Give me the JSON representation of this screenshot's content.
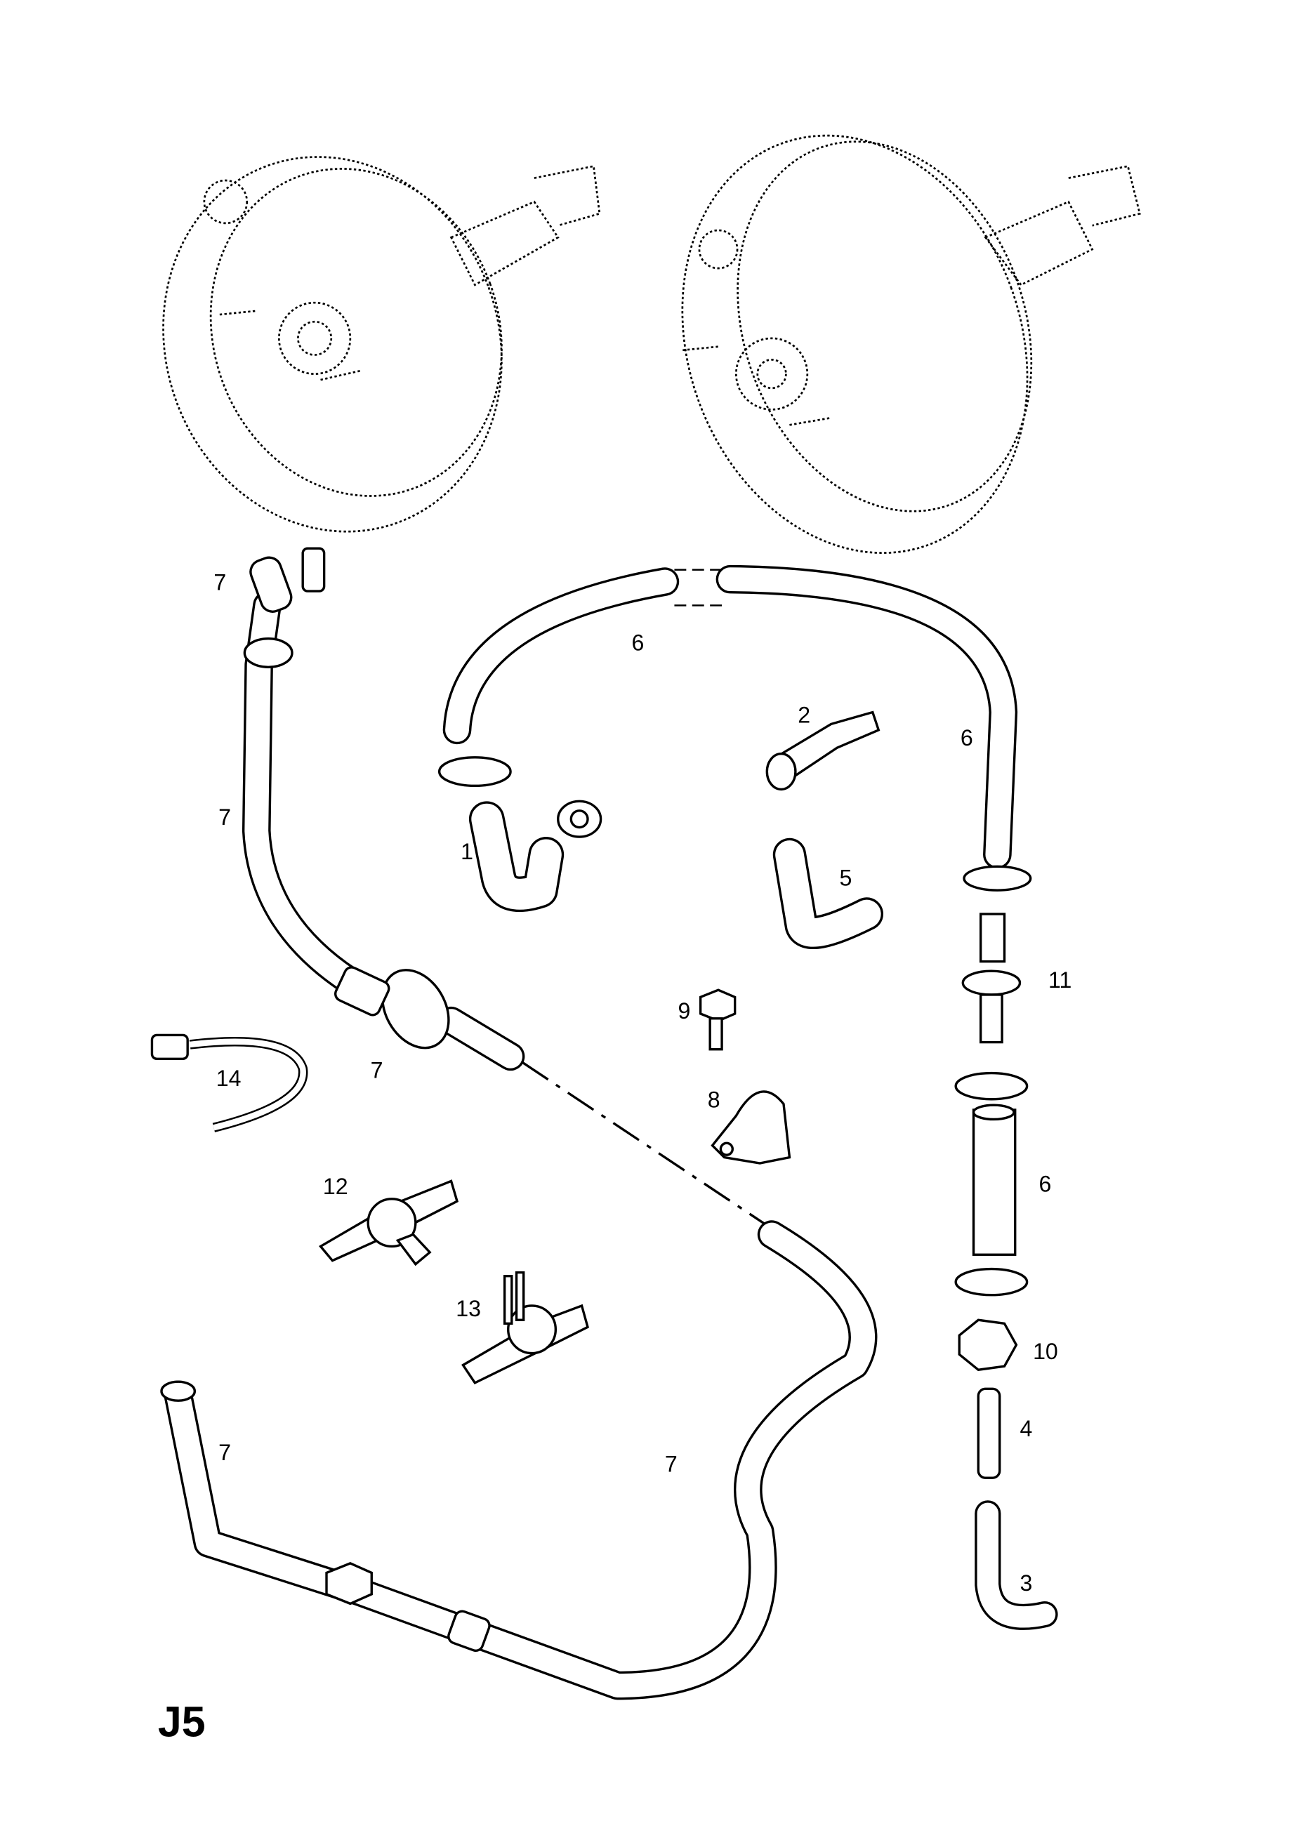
{
  "diagram": {
    "code": "J5",
    "labels": [
      {
        "text": "7"
      },
      {
        "text": "6"
      },
      {
        "text": "2"
      },
      {
        "text": "6"
      },
      {
        "text": "7"
      },
      {
        "text": "1"
      },
      {
        "text": "5"
      },
      {
        "text": "11"
      },
      {
        "text": "9"
      },
      {
        "text": "14"
      },
      {
        "text": "7"
      },
      {
        "text": "8"
      },
      {
        "text": "6"
      },
      {
        "text": "12"
      },
      {
        "text": "13"
      },
      {
        "text": "10"
      },
      {
        "text": "7"
      },
      {
        "text": "4"
      },
      {
        "text": "7"
      },
      {
        "text": "3"
      }
    ]
  }
}
